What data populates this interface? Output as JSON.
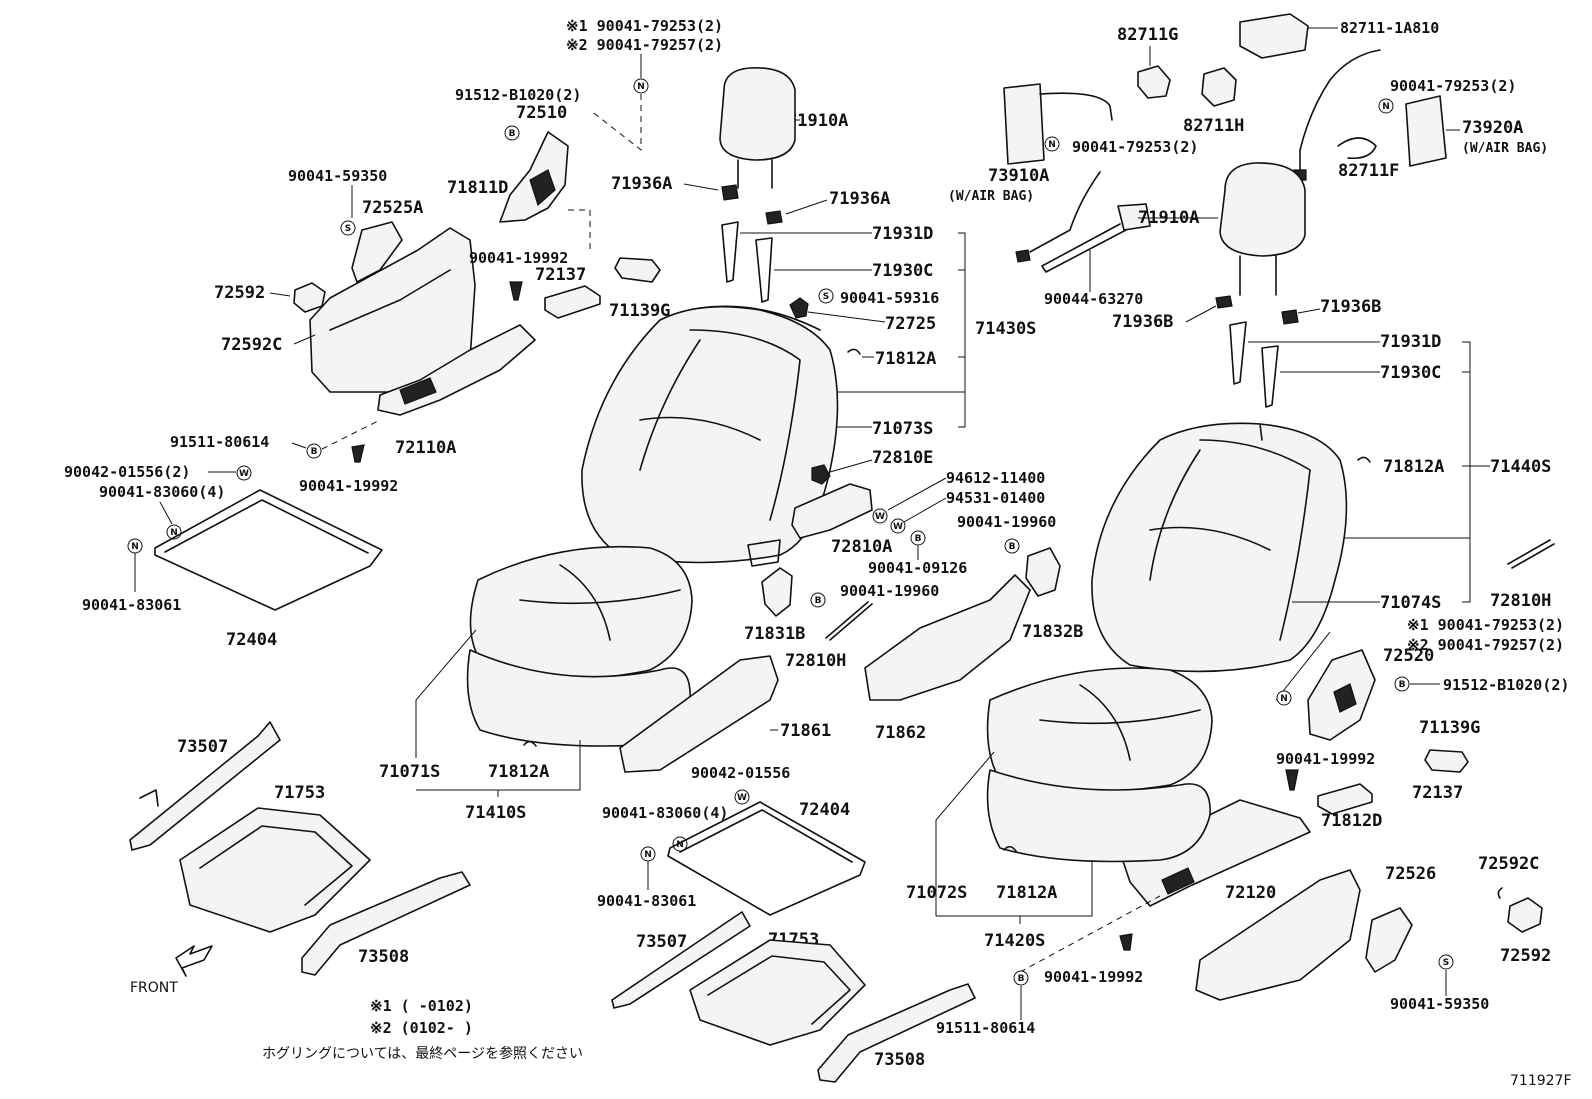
{
  "labels": {
    "top_note1": "※1 90041-79253(2)",
    "top_note2": "※2 90041-79257(2)",
    "p91512_b1020": "91512-B1020(2)",
    "p72510": "72510",
    "p90041_59350": "90041-59350",
    "p71811d": "71811D",
    "p72525a": "72525A",
    "p72592": "72592",
    "p72592c": "72592C",
    "p90041_19992a": "90041-19992",
    "p72137a": "72137",
    "p71139g_a": "71139G",
    "p91511_80614a": "91511-80614",
    "p72110a": "72110A",
    "p90041_19992b": "90041-19992",
    "p90042_01556_2": "90042-01556(2)",
    "p90041_83060_4a": "90041-83060(4)",
    "p90041_83061a": "90041-83061",
    "p72404a": "72404",
    "p71910a_a": "71910A",
    "p71936a_l": "71936A",
    "p71936a_r": "71936A",
    "p71931d_a": "71931D",
    "p71930c_a": "71930C",
    "p90041_59316": "90041-59316",
    "p72725": "72725",
    "p71430s": "71430S",
    "p71812a_a": "71812A",
    "p71073s": "71073S",
    "p72810e": "72810E",
    "p94612_11400": "94612-11400",
    "p94531_01400": "94531-01400",
    "p72810a": "72810A",
    "p90041_09126": "90041-09126",
    "p90041_19960a": "90041-19960",
    "p90041_19960b": "90041-19960",
    "p71831b": "71831B",
    "p72810h_a": "72810H",
    "p71832b": "71832B",
    "p71861": "71861",
    "p71862": "71862",
    "p71071s": "71071S",
    "p71812a_b": "71812A",
    "p71410s": "71410S",
    "p73507a": "73507",
    "p71753a": "71753",
    "p73508a": "73508",
    "p90042_01556": "90042-01556",
    "p90041_83060_4b": "90041-83060(4)",
    "p72404b": "72404",
    "p90041_83061b": "90041-83061",
    "p73507b": "73507",
    "p71753b": "71753",
    "p73508b": "73508",
    "p82711g": "82711G",
    "p82711_1a810": "82711-1A810",
    "p82711h": "82711H",
    "p90041_79253_2a": "90041-79253(2)",
    "p73920a": "73920A",
    "w_air_bag_r": "(W/AIR BAG)",
    "p82711f": "82711F",
    "p73910a": "73910A",
    "w_air_bag_l": "(W/AIR BAG)",
    "p90041_79253_2b": "90041-79253(2)",
    "p71910a_b": "71910A",
    "p90044_63270": "90044-63270",
    "p71936b_l": "71936B",
    "p71936b_r": "71936B",
    "p71931d_b": "71931D",
    "p71930c_b": "71930C",
    "p71812a_c": "71812A",
    "p71440s": "71440S",
    "p72810h_b": "72810H",
    "p71074s": "71074S",
    "r_note1": "※1 90041-79253(2)",
    "r_note2": "※2 90041-79257(2)",
    "p72520": "72520",
    "p91512_b1020_b": "91512-B1020(2)",
    "p71139g_b": "71139G",
    "p90041_19992c": "90041-19992",
    "p72137b": "72137",
    "p71812d": "71812D",
    "p72592c_b": "72592C",
    "p72526": "72526",
    "p72120": "72120",
    "p72592_b": "72592",
    "p71072s": "71072S",
    "p71812a_d": "71812A",
    "p71420s": "71420S",
    "p90041_19992d": "90041-19992",
    "p91511_80614b": "91511-80614",
    "p90041_59350b": "90041-59350",
    "front": "FRONT",
    "foot_note1": "※1 (     -0102)",
    "foot_note2": "※2 (0102-     )",
    "foot_jp": "ホグリングについては、最終ページを参照ください",
    "fig_code": "711927F"
  },
  "symbols": {
    "nut": "N",
    "bolt": "B",
    "screw": "S",
    "washer": "W"
  }
}
